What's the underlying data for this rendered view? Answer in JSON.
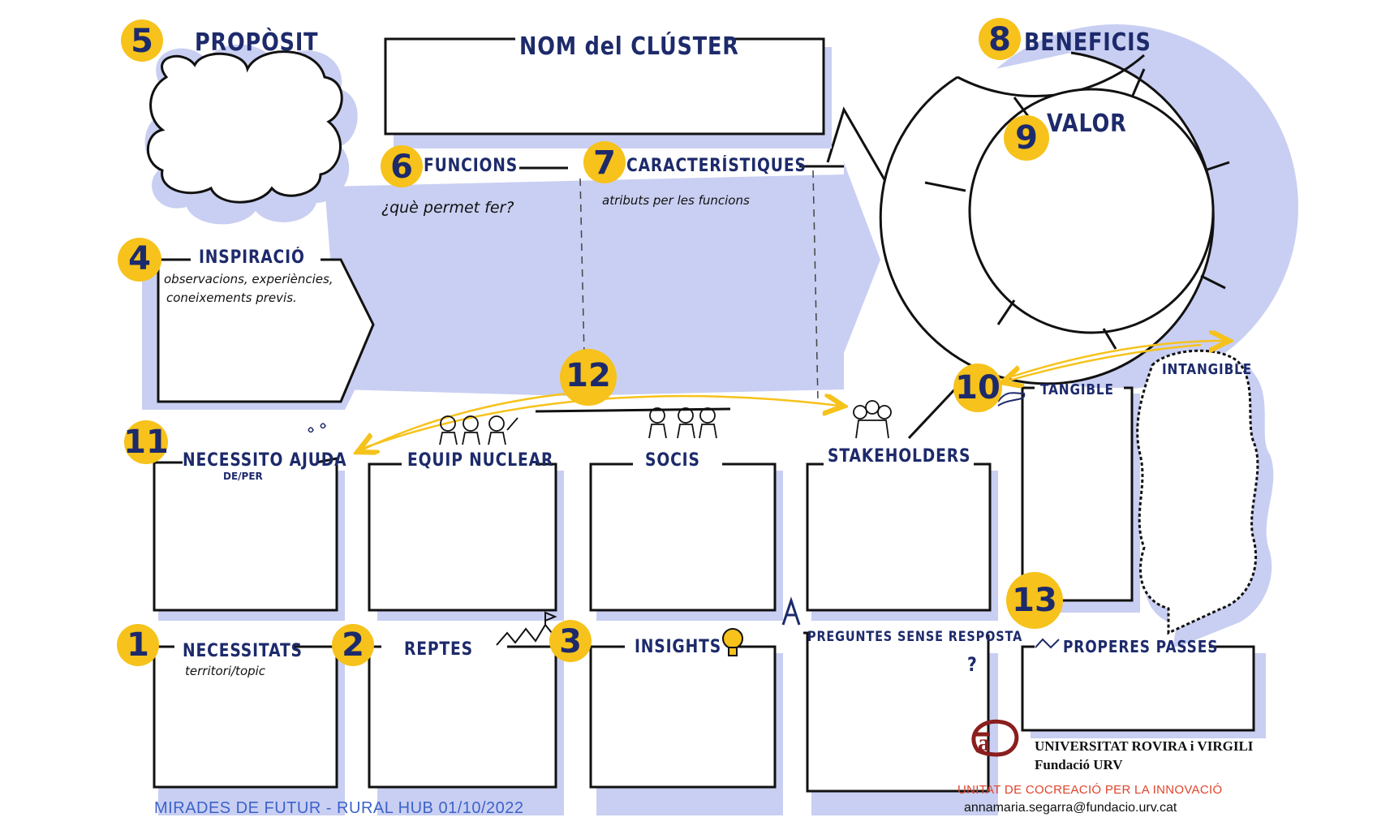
{
  "colors": {
    "ink": "#1d2a6b",
    "shadow": "#c9cff2",
    "accent": "#f6c21b",
    "footer": "#3c63c9",
    "logo_red": "#8b1e1e",
    "unit_red": "#e0442b"
  },
  "header": {
    "nom_cluster": "NOM del CLÚSTER"
  },
  "sections": {
    "proposit": {
      "num": "5",
      "title": "PROPÒSIT"
    },
    "funcions": {
      "num": "6",
      "title": "FUNCIONS",
      "sub": "¿què permet fer?"
    },
    "caracteristiques": {
      "num": "7",
      "title": "CARACTERÍSTIQUES",
      "sub": "atributs per les funcions"
    },
    "beneficis": {
      "num": "8",
      "title": "BENEFICIS"
    },
    "valor": {
      "num": "9",
      "title": "VALOR"
    },
    "inspiracio": {
      "num": "4",
      "title": "INSPIRACIÓ",
      "sub_line1": "observacions, experiències,",
      "sub_line2": "coneixements previs."
    },
    "tangible": {
      "num": "10",
      "title": "TANGIBLE",
      "title2": "INTANGIBLE"
    },
    "necessito": {
      "num": "11",
      "title": "NECESSITO AJUDA",
      "sub": "DE/PER"
    },
    "equip": {
      "num": "12",
      "title": "EQUIP NUCLEAR"
    },
    "socis": {
      "title": "SOCIS"
    },
    "stakeholders": {
      "title": "STAKEHOLDERS"
    },
    "necessitats": {
      "num": "1",
      "title": "NECESSITATS",
      "sub": "territori/topic"
    },
    "reptes": {
      "num": "2",
      "title": "REPTES"
    },
    "insights": {
      "num": "3",
      "title": "INSIGHTS"
    },
    "preguntes": {
      "title": "PREGUNTES SENSE RESPOSTA",
      "mark": "?"
    },
    "properes": {
      "num": "13",
      "title": "PROPERES PASSES"
    }
  },
  "footer": {
    "event": "MIRADES DE FUTUR - RURAL HUB 01/10/2022",
    "university": "UNIVERSITAT ROVIRA i VIRGILI",
    "foundation": "Fundació URV",
    "unit": "UNITAT DE COCREACIÓ PER LA INNOVACIÓ",
    "email": "annamaria.segarra@fundacio.urv.cat"
  }
}
